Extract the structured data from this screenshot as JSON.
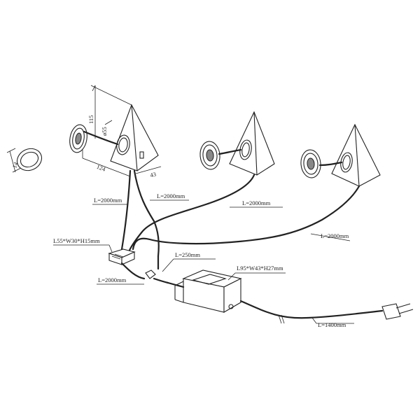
{
  "dimensions": {
    "ring_height": "14",
    "triangle_height": "115",
    "fitting_diameter": "ø55",
    "base_width": "124",
    "base_depth": "43"
  },
  "cables": {
    "light1_left": "L=2000mm",
    "light1_right": "L=2000mm",
    "light2": "L=2000mm",
    "light3": "L=2000mm",
    "distributor_out": "L=2000mm",
    "driver_short": "L=250mm",
    "mains": "L=1400mm"
  },
  "components": {
    "distributor": "L55*W30*H15mm",
    "driver": "L95*W43*H27mm"
  }
}
